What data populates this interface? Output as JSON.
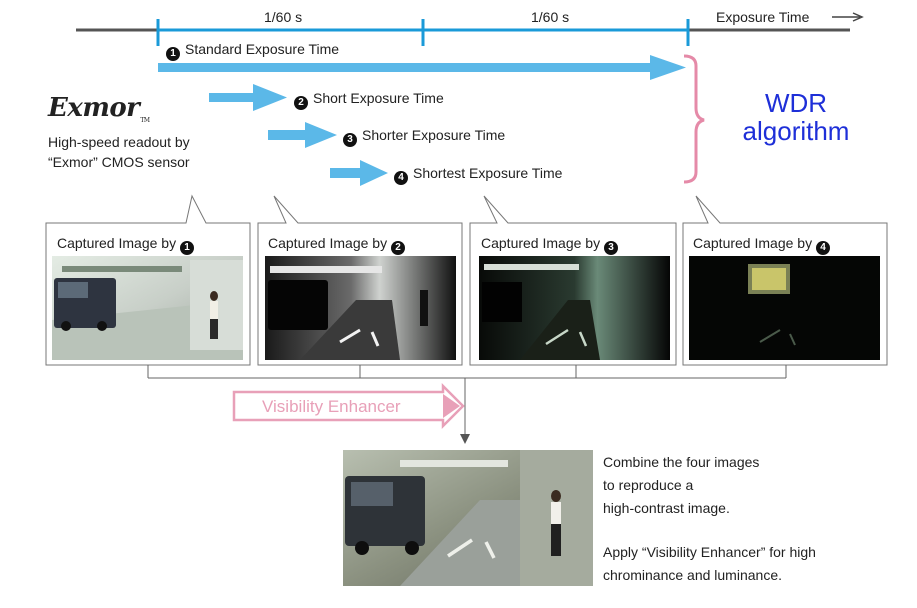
{
  "timeline": {
    "segment1": "1/60 s",
    "segment2": "1/60 s",
    "axis_label": "Exposure Time"
  },
  "exposures": [
    {
      "num": "1",
      "label": "Standard Exposure Time"
    },
    {
      "num": "2",
      "label": "Short Exposure Time"
    },
    {
      "num": "3",
      "label": "Shorter Exposure Time"
    },
    {
      "num": "4",
      "label": "Shortest Exposure Time"
    }
  ],
  "logo": {
    "text": "Exmor",
    "tm": "TM"
  },
  "sensor_text": {
    "line1": "High-speed readout by",
    "line2": "“Exmor” CMOS sensor"
  },
  "wdr": {
    "line1": "WDR",
    "line2": "algorithm"
  },
  "captures": [
    {
      "label": "Captured Image by",
      "num": "1"
    },
    {
      "label": "Captured Image by",
      "num": "2"
    },
    {
      "label": "Captured Image by",
      "num": "3"
    },
    {
      "label": "Captured Image by",
      "num": "4"
    }
  ],
  "visibility_enhancer": "Visibility Enhancer",
  "description": {
    "line1": "Combine the four images",
    "line2": "to reproduce a",
    "line3": "high-contrast image.",
    "line4": "Apply “Visibility Enhancer” for high",
    "line5": "chrominance and luminance."
  },
  "colors": {
    "timeline_blue": "#1a9ad8",
    "arrow_blue": "#5bb8e8",
    "brace_pink": "#e58aa8",
    "wdr_blue": "#1e2fd8",
    "enhancer_pink": "#e8a0b8"
  }
}
